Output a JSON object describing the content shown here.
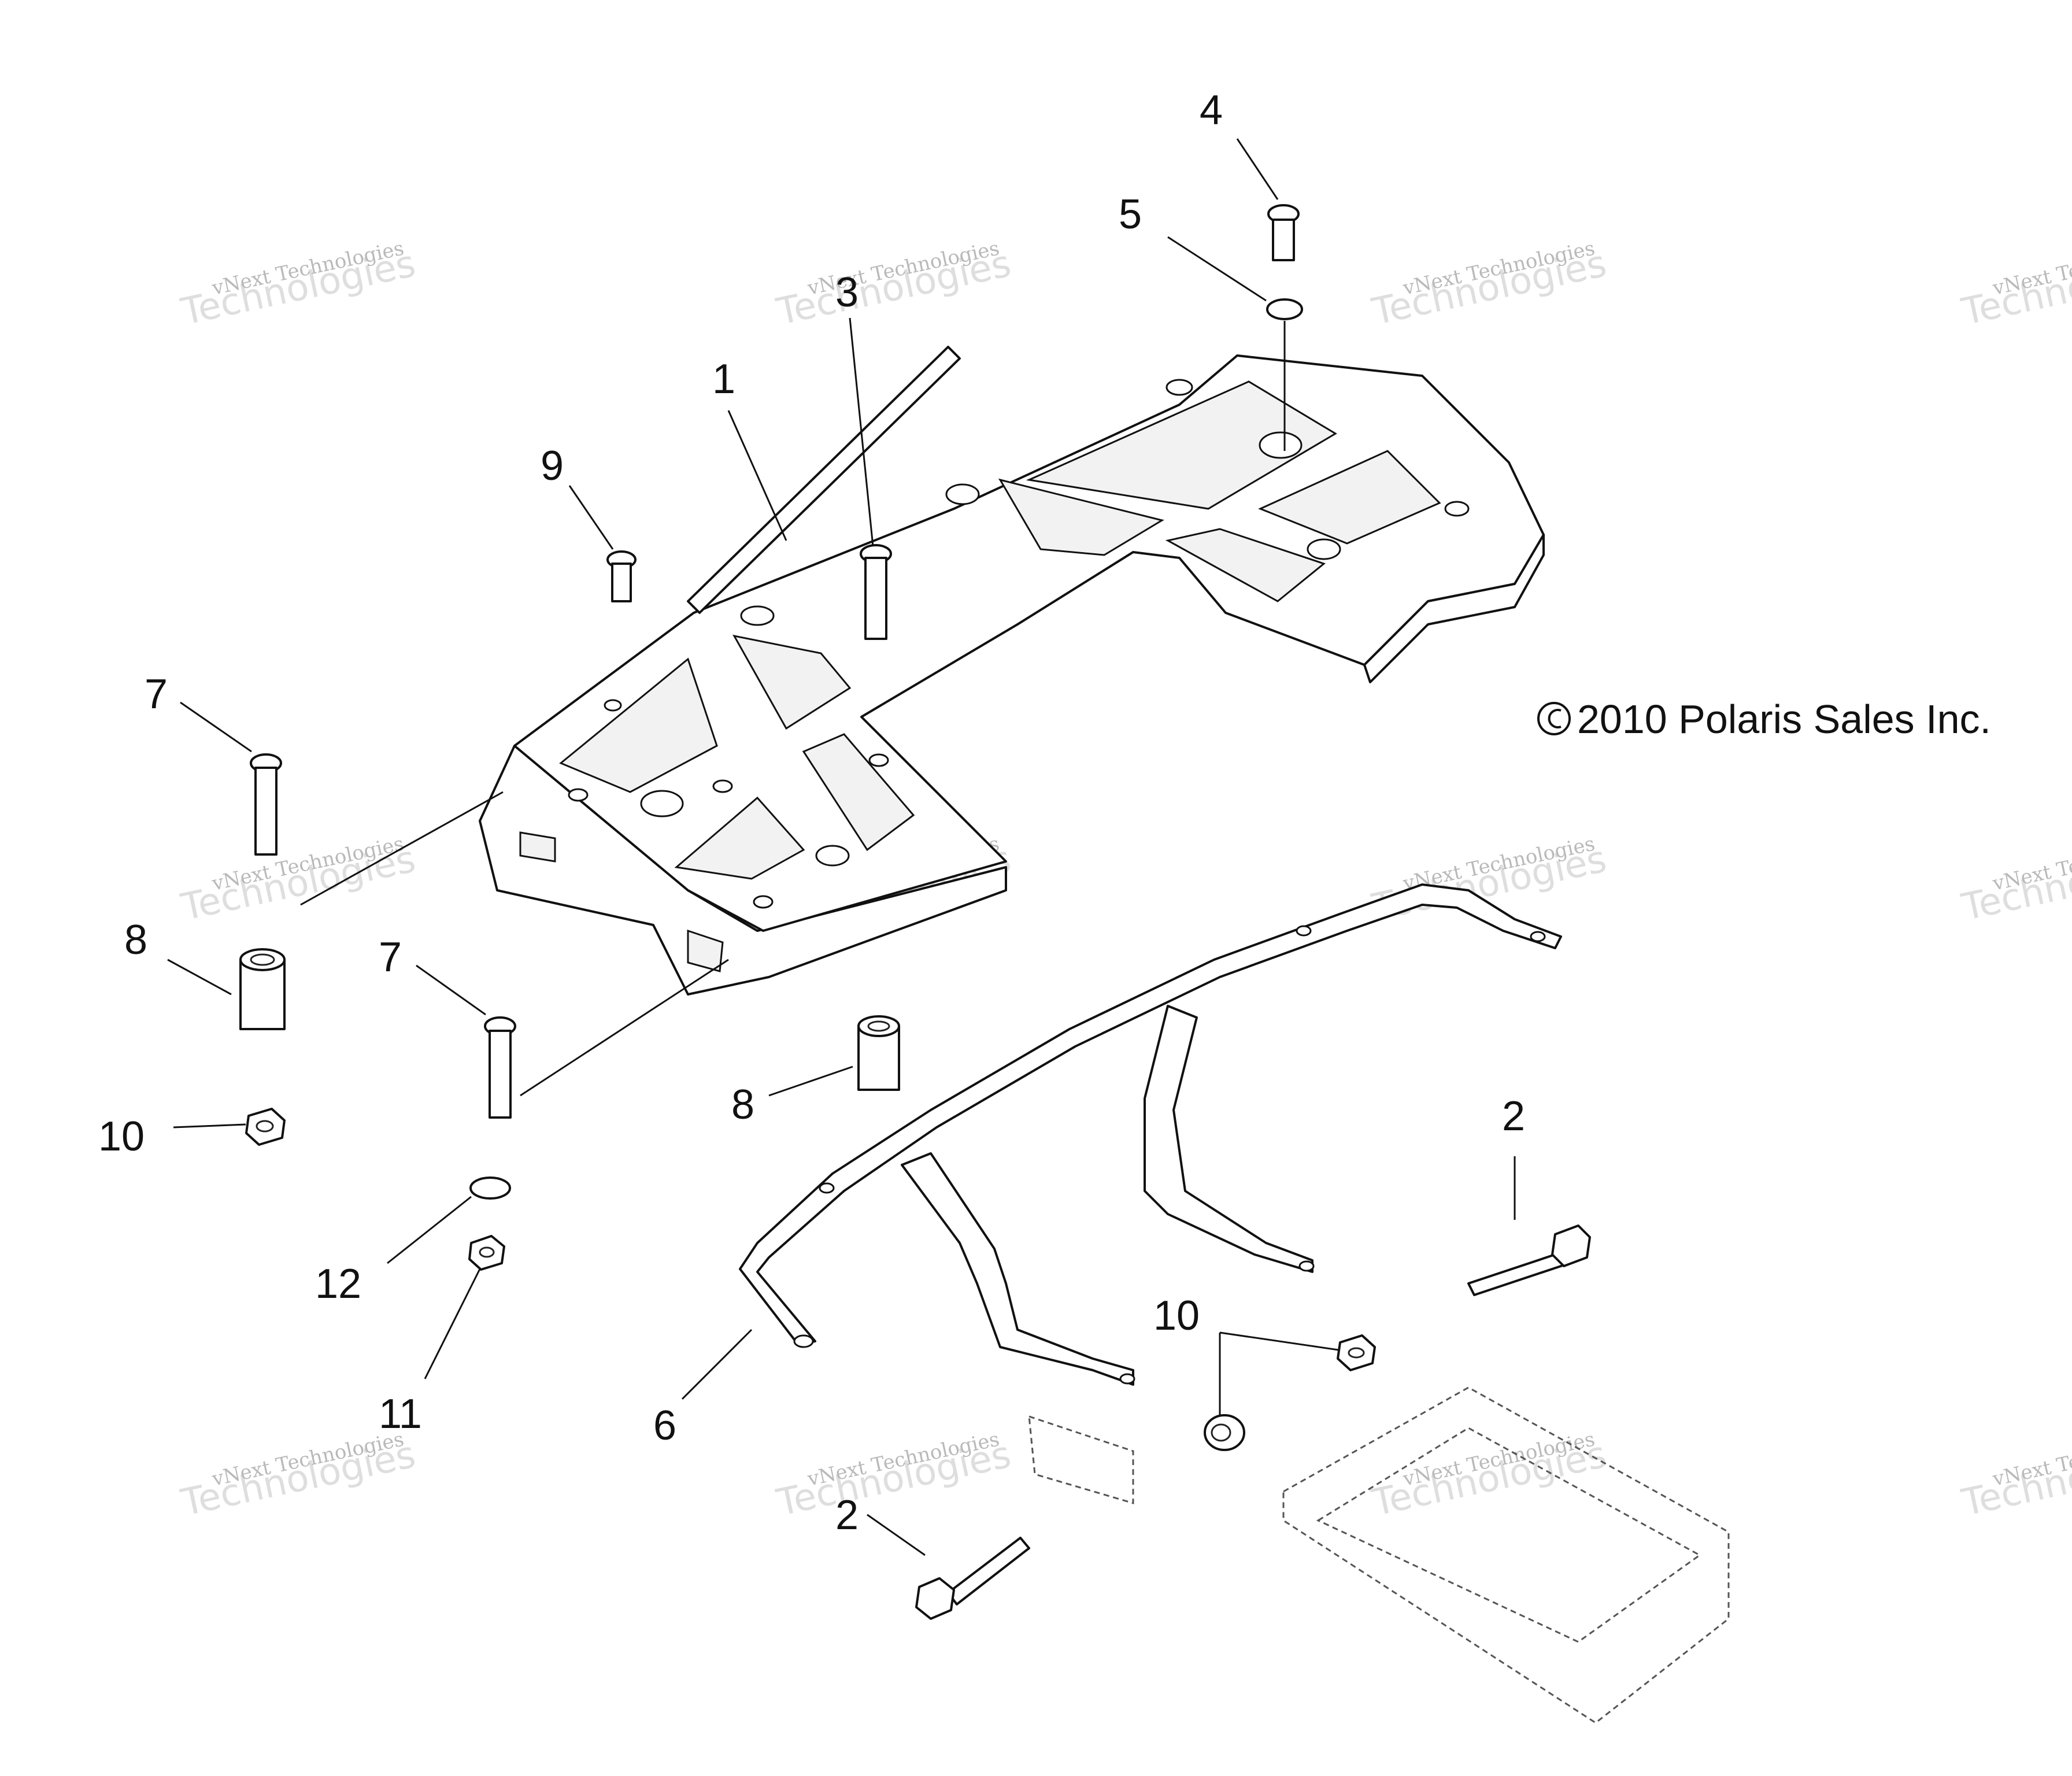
{
  "diagram": {
    "copyright": "2010 Polaris Sales Inc.",
    "callouts": [
      "4",
      "5",
      "3",
      "1",
      "9",
      "7",
      "8",
      "7",
      "10",
      "12",
      "11",
      "8",
      "2",
      "10",
      "6",
      "2"
    ],
    "watermark": {
      "line1": "vNext Technologies",
      "line2": "Technologies"
    },
    "colors": {
      "line": "#111111",
      "watermark": "#c8c8c8",
      "background": "#ffffff"
    }
  }
}
